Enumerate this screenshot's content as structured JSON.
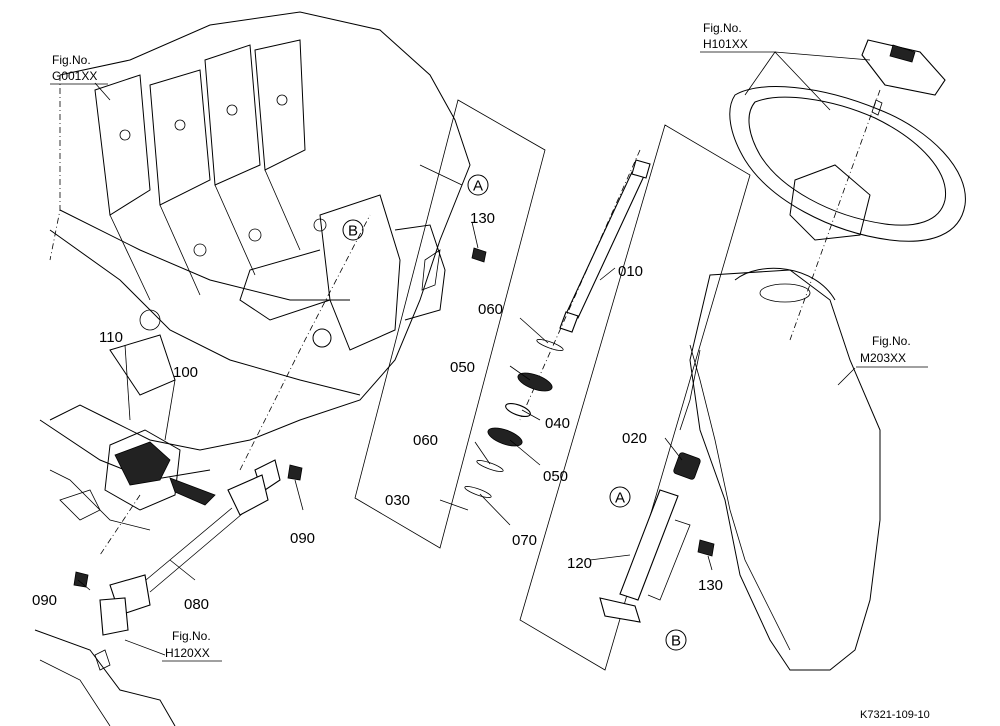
{
  "figure_refs": {
    "g001": {
      "line1": "Fig.No.",
      "line2": "G001XX"
    },
    "h101": {
      "line1": "Fig.No.",
      "line2": "H101XX"
    },
    "m203": {
      "line1": "Fig.No.",
      "line2": "M203XX"
    },
    "h120": {
      "line1": "Fig.No.",
      "line2": "H120XX"
    }
  },
  "parts": {
    "p010": "010",
    "p020": "020",
    "p030": "030",
    "p040": "040",
    "p050a": "050",
    "p050b": "050",
    "p060a": "060",
    "p060b": "060",
    "p070": "070",
    "p080": "080",
    "p090a": "090",
    "p090b": "090",
    "p100": "100",
    "p110": "110",
    "p120": "120",
    "p130a": "130",
    "p130b": "130"
  },
  "callouts": {
    "a_top": "A",
    "b_top": "B",
    "a_bottom": "A",
    "b_bottom": "B"
  },
  "drawing_code": "K7321-109-10"
}
